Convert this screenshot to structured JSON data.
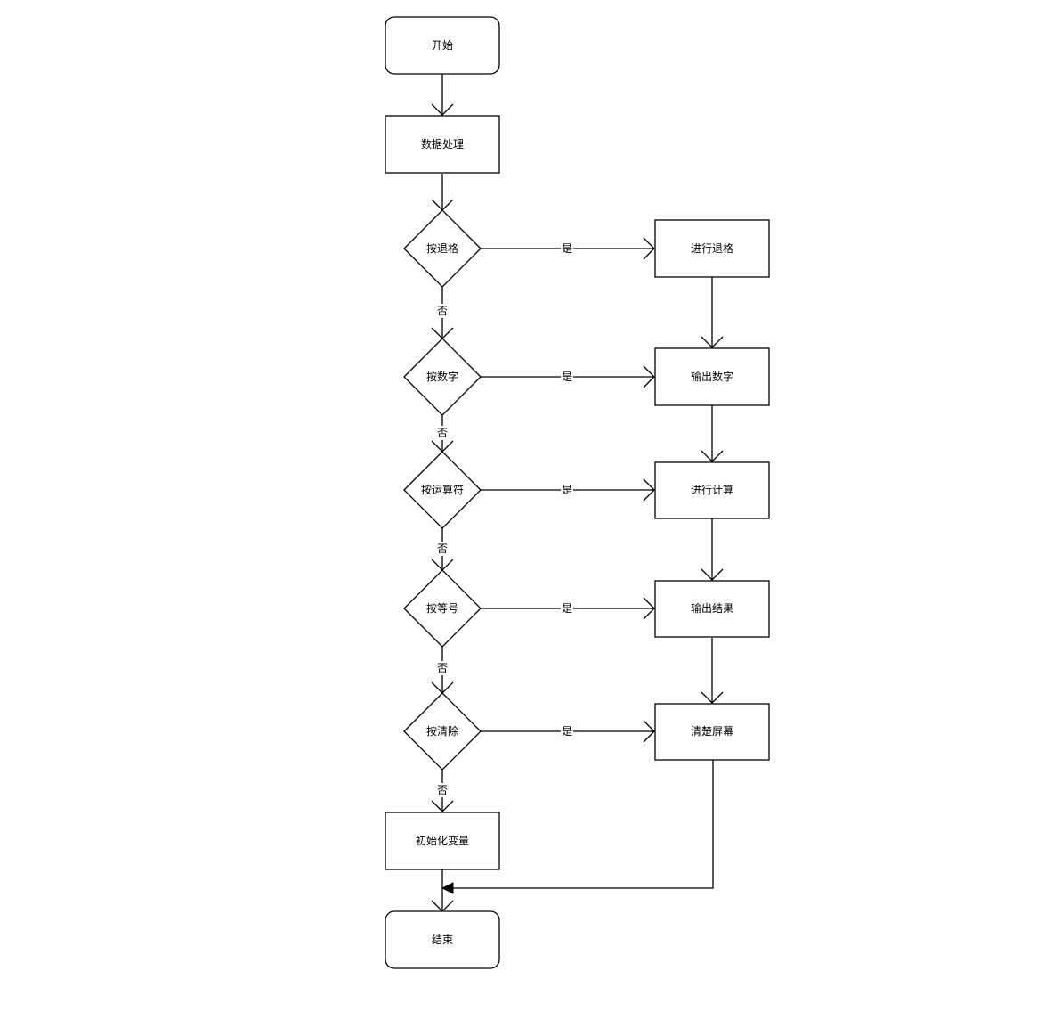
{
  "nodes": {
    "start": "开始",
    "process": "数据处理",
    "q_backspace": "按退格",
    "q_digit": "按数字",
    "q_operator": "按运算符",
    "q_equal": "按等号",
    "q_clear": "按清除",
    "do_backspace": "进行退格",
    "out_digit": "输出数字",
    "do_calc": "进行计算",
    "out_result": "输出结果",
    "clear_screen": "清楚屏幕",
    "init_vars": "初始化变量",
    "end": "结束"
  },
  "labels": {
    "yes": "是",
    "no": "否"
  }
}
